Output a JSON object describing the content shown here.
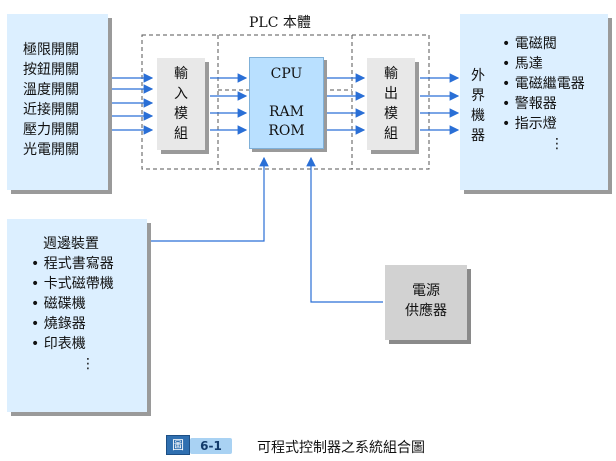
{
  "colors": {
    "arrow": "#2a6fd6",
    "box_blue": "#dcefff",
    "cpu_blue": "#b9e0ff",
    "grey": "#e8e8e8",
    "label_blue": "#2f6fb0"
  },
  "plc_title": "PLC 本體",
  "inputs": [
    "極限開關",
    "按鈕開關",
    "溫度開關",
    "近接開關",
    "壓力開關",
    "光電開關"
  ],
  "input_module": [
    "輸",
    "入",
    "模",
    "組"
  ],
  "cpu": "CPU",
  "memory": [
    "RAM",
    "ROM"
  ],
  "output_module": [
    "輸",
    "出",
    "模",
    "組"
  ],
  "external_devices": [
    "外",
    "界",
    "機",
    "器"
  ],
  "outputs": [
    "電磁閥",
    "馬達",
    "電磁繼電器",
    "警報器",
    "指示燈"
  ],
  "outputs_more": "⋮",
  "peripheral_title": "週邊裝置",
  "peripherals": [
    "程式書寫器",
    "卡式磁帶機",
    "磁碟機",
    "燒錄器",
    "印表機"
  ],
  "peripherals_more": "⋮",
  "power_supply": [
    "電源",
    "供應器"
  ],
  "figure_label": "圖",
  "figure_number": "6-1",
  "caption": "可程式控制器之系統組合圖"
}
